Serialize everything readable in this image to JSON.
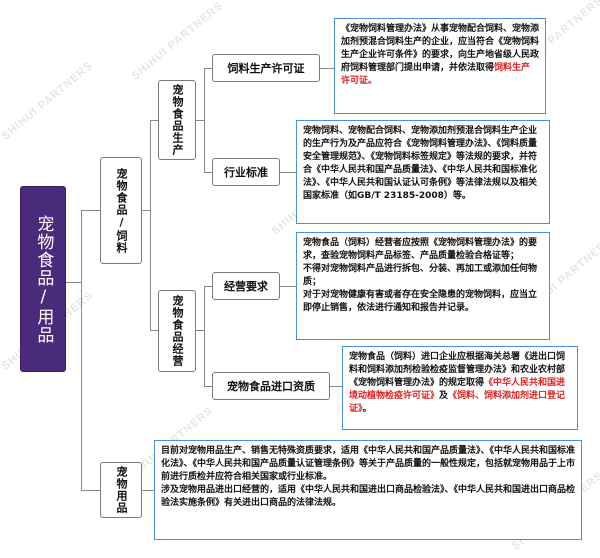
{
  "watermark": "SHIHUI PARTNERS",
  "root": {
    "label": "宠物食品/用品"
  },
  "level1": {
    "food": "宠物食品/饲料",
    "supplies": "宠物用品"
  },
  "level2": {
    "production": "宠物食品生产",
    "operation": "宠物食品经营"
  },
  "level3": {
    "license": "饲料生产许可证",
    "standard": "行业标准",
    "business": "经营要求",
    "import": "宠物食品进口资质"
  },
  "descriptions": {
    "license": {
      "text1": "《宠物饲料管理办法》从事宠物配合饲料、宠物添加剂预混合饲料生产的企业，应当符合《宠物饲料生产企业许可条件》的要求，向生产地省级人民政府饲料管理部门提出申请，并依法取得",
      "red1": "饲料生产许可证。"
    },
    "standard": {
      "text1": "宠物饲料、宠物配合饲料、宠物添加剂预混合饲料生产企业的生产行为及产品应符合《宠物饲料管理办法》、《饲料质量安全管理规范》、《宠物饲料标签规定》等法规的要求，并符合《中华人民共和国产品质量法》、《中华人民共和国标准化法》、《中华人民共和国认证认可条例》等法律法规以及相关国家标准（如GB/T 23185-2008）等。"
    },
    "business": {
      "text1": "宠物食品（饲料）经营者应按照《宠物饲料管理办法》的要求，查验宠物饲料产品标签、产品质量检验合格证等；",
      "text2": "不得对宠物饲料产品进行拆包、分装、再加工或添加任何物质；",
      "text3": "对于对宠物健康有害或者存在安全隐患的宠物饲料，应当立即停止销售，依法进行通知和报告并记录。"
    },
    "import": {
      "text1": "宠物食品（饲料）进口企业应根据海关总署《进出口饲料和饲料添加剂检验检疫监督管理办法》和农业农村部《宠物饲料管理办法》的规定取得",
      "red1": "《中华人民共和国进境动植物检疫许可证》",
      "text2": "及",
      "red2": "《饲料、饲料添加剂进口登记证》",
      "text3": "。"
    },
    "supplies": {
      "text1": "目前对宠物用品生产、销售无特殊资质要求，适用《中华人民共和国产品质量法》、《中华人民共和国标准化法》、《中华人民共和国产品质量认证管理条例》等关于产品质量的一般性规定，包括就宠物用品于上市前进行质检并应符合相关国家或行业标准。",
      "text2": "涉及宠物用品进出口经营的，适用《中华人民共和国进出口商品检验法》、《中华人民共和国进出口商品检验法实施条例》有关进出口商品的法律法规。"
    }
  }
}
